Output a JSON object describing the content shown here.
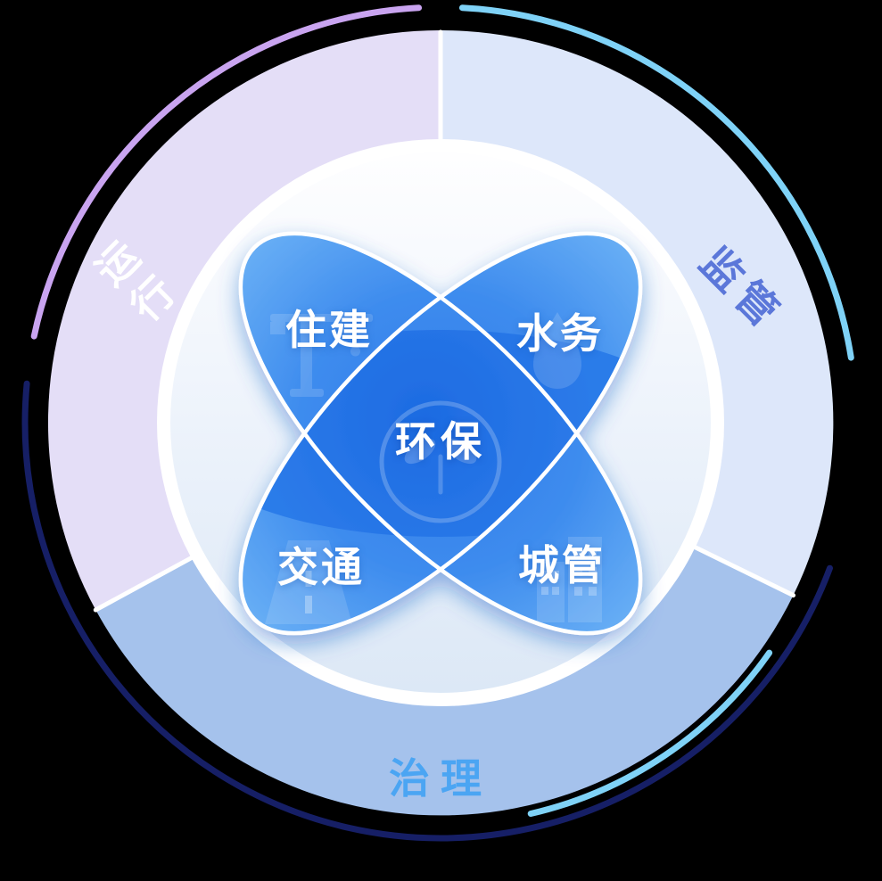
{
  "diagram": {
    "center": {
      "label": "环保",
      "icon": "eco-circle-icon"
    },
    "petals": [
      {
        "id": "housing",
        "label": "住建",
        "icon": "crane-icon"
      },
      {
        "id": "water",
        "label": "水务",
        "icon": "water-drop-icon"
      },
      {
        "id": "traffic",
        "label": "交通",
        "icon": "road-icon"
      },
      {
        "id": "urban",
        "label": "城管",
        "icon": "buildings-icon"
      }
    ],
    "ring_labels": [
      {
        "id": "operation",
        "label": "运行",
        "color": "#FFFFFF"
      },
      {
        "id": "supervision",
        "label": "监管",
        "color": "#5B77D9"
      },
      {
        "id": "governance",
        "label": "治理",
        "color": "#4BA5F3"
      }
    ],
    "colors": {
      "background": "#000000",
      "sector_operation": "#E4DEF7",
      "sector_supervision": "#DDE7FA",
      "sector_governance": "#A5C2EC",
      "inner_disc_top": "#FEFEFF",
      "inner_disc_bottom": "#DCE8F6",
      "petal_fill": "#3E8CEE",
      "petal_fill_light": "#6FB4F6",
      "petal_core": "#2173E8",
      "petal_outline": "#FFFFFF",
      "arc_purple": "#C9A4F0",
      "arc_cyan": "#7FD2F7",
      "arc_navy": "#161F66"
    }
  }
}
